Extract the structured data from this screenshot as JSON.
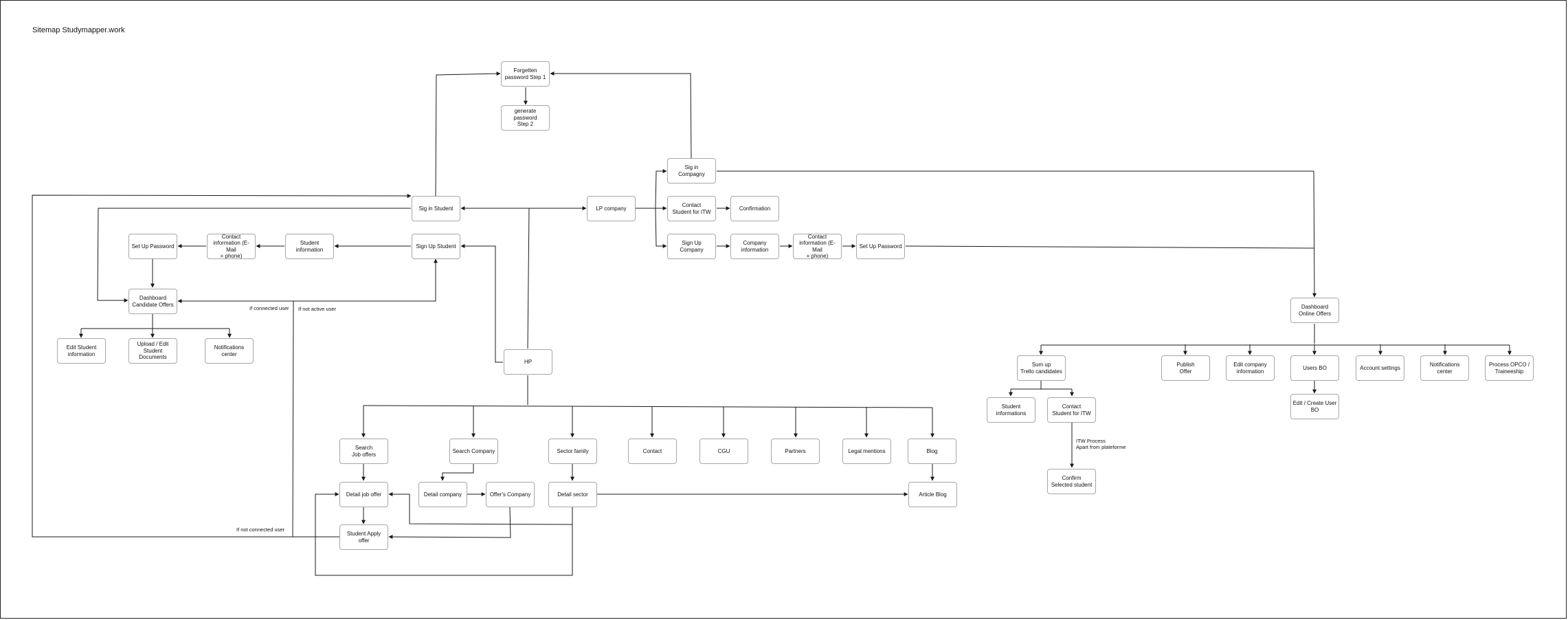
{
  "title": "Sitemap Studymapper.work",
  "nodes": {
    "forgotten_password_1": "Forgetten\npassword Step 1",
    "generate_password_2": "generate password\nStep 2",
    "sign_in_company": "Sig in\nCompagny",
    "sign_in_student": "Sig in Student",
    "lp_company": "LP company",
    "contact_student_itw_top": "Contact\nStudent for ITW",
    "confirmation": "Confirmation",
    "set_up_password_student": "Set Up Password",
    "contact_info_student": "Contact\ninformation (E-Mail\n+ phone)",
    "student_information": "Student\ninformation",
    "sign_up_student": "Sign Up Student",
    "sign_up_company": "Sign Up\nCompany",
    "company_information": "Company\ninformation",
    "contact_info_company": "Contact\ninformation (E-Mail\n+ phone)",
    "set_up_password_company": "Set Up Password",
    "dashboard_candidate": "Dashboard\nCandidate Offers",
    "dashboard_online_offers": "Dashboard\nOnline Offers",
    "edit_student_information": "Edit Student\ninformation",
    "upload_documents": "Upload / Edit\nStudent\nDocuments",
    "notifications_student": "Notifications\ncenter",
    "hp": "HP",
    "sum_up_trello": "Sum up\nTrello candidates",
    "publish_offer": "Publish\nOffer",
    "edit_company_information": "Edit company\ninformation",
    "users_bo": "Users BO",
    "account_settings": "Account settings",
    "notifications_company": "Notifications\ncenter",
    "process_opco": "Process OPCO /\nTraineeship",
    "student_informations_bo": "Student\ninformations",
    "contact_student_itw_bo": "Contact\nStudent for ITW",
    "edit_create_user_bo": "Edit / Create User\nBO",
    "confirm_selected_student": "Confirm\nSelected student",
    "search_job_offers": "Search\nJob offers",
    "search_company": "Search Company",
    "sector_family": "Sector family",
    "contact": "Contact",
    "cgu": "CGU",
    "partners": "Partners",
    "legal_mentions": "Legal mentions",
    "blog": "Blog",
    "detail_job_offer": "Detail job offer",
    "detail_company": "Detail company",
    "offers_company": "Offer's Company",
    "detail_sector": "Detail sector",
    "article_blog": "Article Blog",
    "student_apply_offer": "Student Apply offer"
  },
  "annotations": {
    "if_connected_user": "If connected user",
    "if_not_active_user": "If not active user",
    "if_not_connected_user": "If not connected user",
    "itw_process": "ITW Process\nApart from plateforme"
  }
}
